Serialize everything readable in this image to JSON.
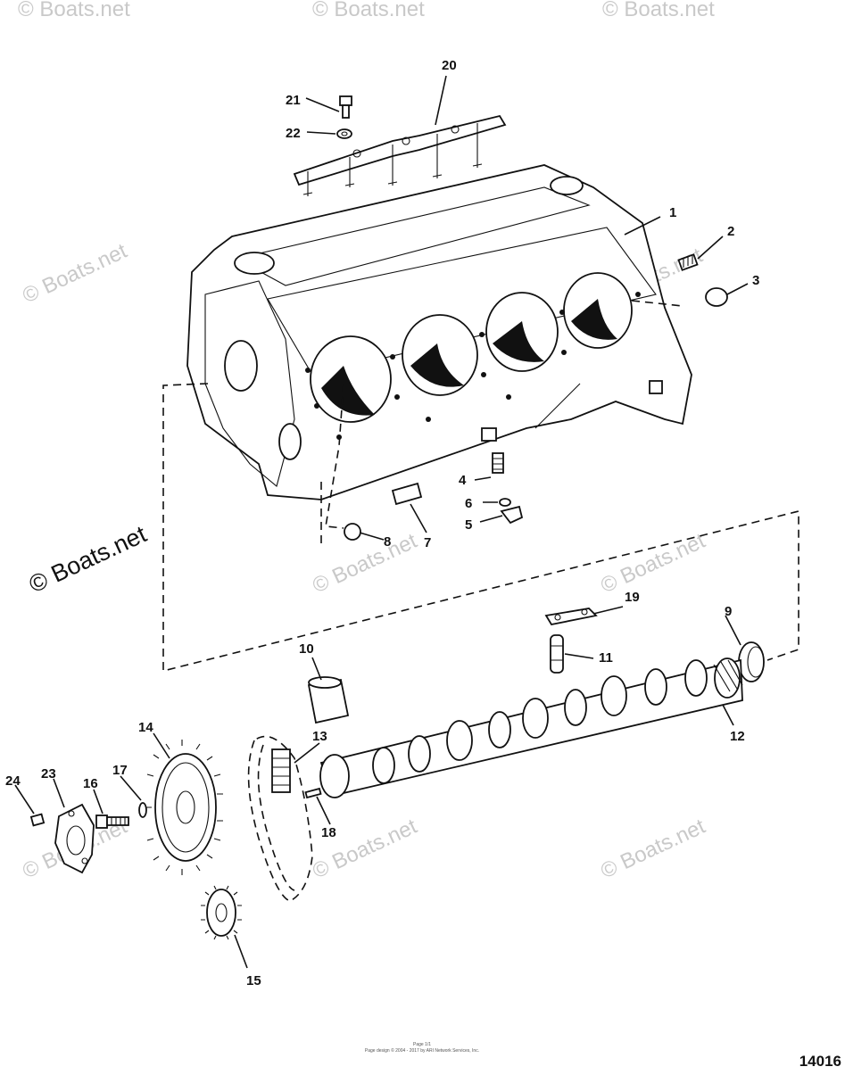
{
  "watermark": "© Boats.net",
  "figure_number": "14016",
  "footer_line1": "Page 1/1",
  "footer_line2": "Page design © 2004 - 2017 by ARI Network Services, Inc.",
  "callouts": [
    {
      "id": "c1",
      "label": "1"
    },
    {
      "id": "c2",
      "label": "2"
    },
    {
      "id": "c3",
      "label": "3"
    },
    {
      "id": "c4",
      "label": "4"
    },
    {
      "id": "c5",
      "label": "5"
    },
    {
      "id": "c6",
      "label": "6"
    },
    {
      "id": "c7",
      "label": "7"
    },
    {
      "id": "c8",
      "label": "8"
    },
    {
      "id": "c9",
      "label": "9"
    },
    {
      "id": "c10",
      "label": "10"
    },
    {
      "id": "c11",
      "label": "11"
    },
    {
      "id": "c12",
      "label": "12"
    },
    {
      "id": "c13",
      "label": "13"
    },
    {
      "id": "c14",
      "label": "14"
    },
    {
      "id": "c15",
      "label": "15"
    },
    {
      "id": "c16",
      "label": "16"
    },
    {
      "id": "c17",
      "label": "17"
    },
    {
      "id": "c18",
      "label": "18"
    },
    {
      "id": "c19",
      "label": "19"
    },
    {
      "id": "c20",
      "label": "20"
    },
    {
      "id": "c21",
      "label": "21"
    },
    {
      "id": "c22",
      "label": "22"
    },
    {
      "id": "c23",
      "label": "23"
    },
    {
      "id": "c24",
      "label": "24"
    }
  ]
}
